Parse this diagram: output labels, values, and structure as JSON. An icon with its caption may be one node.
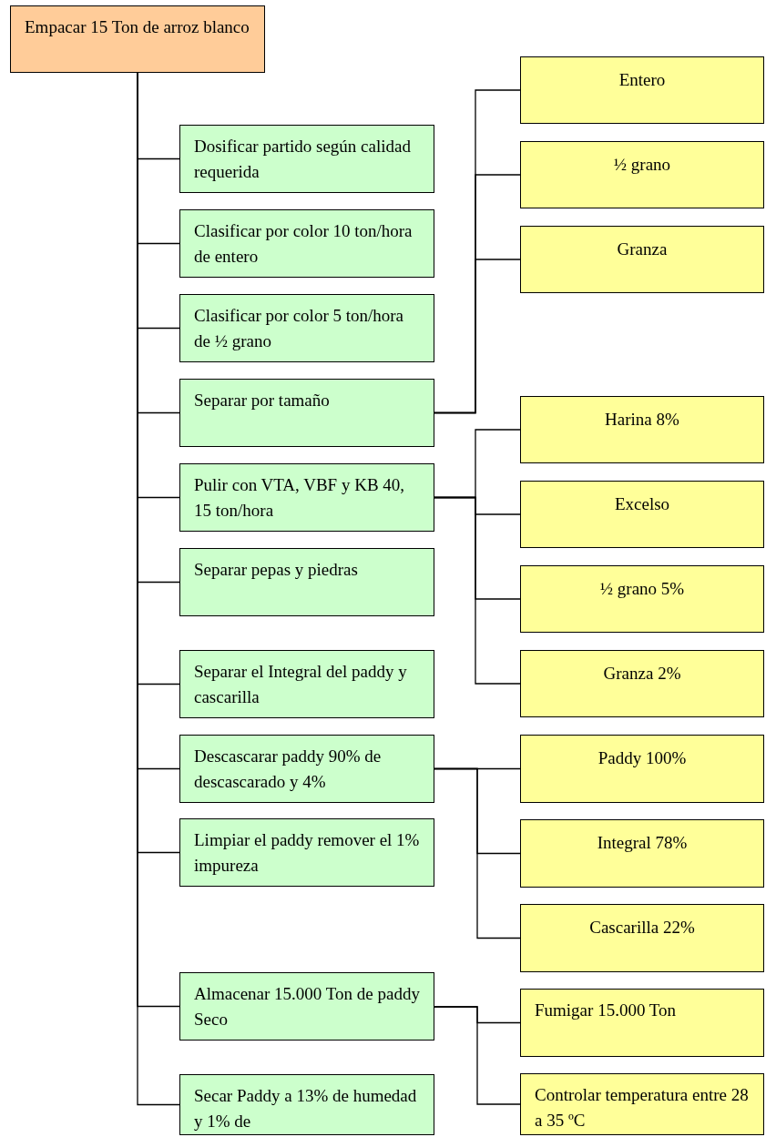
{
  "diagram": {
    "nodes": [
      {
        "text": [
          "Empacar 15 Ton de arroz blanco"
        ]
      },
      {
        "text": [
          "Dosificar partido según calidad requerida"
        ]
      },
      {
        "text": [
          "Clasificar por color 10 ton/hora de entero"
        ]
      },
      {
        "text": [
          "Clasificar por color 5 ton/hora de ½ grano"
        ]
      },
      {
        "text": [
          "Separar por tamaño"
        ]
      },
      {
        "text": [
          "Pulir con VTA, VBF y KB 40,  15 ton/hora"
        ]
      },
      {
        "text": [
          "Separar pepas y piedras"
        ]
      },
      {
        "text": [
          "Separar el Integral del paddy y cascarilla"
        ]
      },
      {
        "text": [
          "Descascarar paddy 90% de descascarado y 4%"
        ]
      },
      {
        "text": [
          "Limpiar el paddy remover el 1% impureza"
        ]
      },
      {
        "text": [
          "Almacenar 15.000 Ton de paddy Seco"
        ]
      },
      {
        "text": [
          "Secar Paddy a 13% de humedad y 1% de"
        ]
      },
      {
        "text": [
          "Entero"
        ]
      },
      {
        "text": [
          "½ grano"
        ]
      },
      {
        "text": [
          "Granza"
        ]
      },
      {
        "text": [
          "Harina 8%"
        ]
      },
      {
        "text": [
          "Excelso"
        ]
      },
      {
        "text": [
          "½ grano 5%"
        ]
      },
      {
        "text": [
          "Granza 2%"
        ]
      },
      {
        "text": [
          "Paddy 100%"
        ]
      },
      {
        "text": [
          "Integral 78%"
        ]
      },
      {
        "text": [
          "Cascarilla 22%"
        ]
      },
      {
        "text": [
          "Fumigar 15.000 Ton"
        ]
      },
      {
        "text": [
          "Controlar temperatura entre 28 a 35 ºC"
        ]
      }
    ],
    "edges": [
      {
        "from": 0,
        "to": 1,
        "arrow": "none"
      },
      {
        "from": 0,
        "to": 2,
        "arrow": "none"
      },
      {
        "from": 0,
        "to": 3,
        "arrow": "none"
      },
      {
        "from": 0,
        "to": 4,
        "arrow": "none"
      },
      {
        "from": 0,
        "to": 5,
        "arrow": "none"
      },
      {
        "from": 0,
        "to": 6,
        "arrow": "none"
      },
      {
        "from": 0,
        "to": 7,
        "arrow": "none"
      },
      {
        "from": 0,
        "to": 8,
        "arrow": "none"
      },
      {
        "from": 0,
        "to": 9,
        "arrow": "none"
      },
      {
        "from": 0,
        "to": 10,
        "arrow": "none"
      },
      {
        "from": 0,
        "to": 11,
        "arrow": "none"
      },
      {
        "from": 4,
        "to": 12,
        "arrow": "none"
      },
      {
        "from": 4,
        "to": 13,
        "arrow": "none"
      },
      {
        "from": 4,
        "to": 14,
        "arrow": "none"
      },
      {
        "from": 5,
        "to": 15,
        "arrow": "none"
      },
      {
        "from": 5,
        "to": 16,
        "arrow": "none"
      },
      {
        "from": 5,
        "to": 17,
        "arrow": "none"
      },
      {
        "from": 5,
        "to": 18,
        "arrow": "none"
      },
      {
        "from": 8,
        "to": 19,
        "arrow": "none"
      },
      {
        "from": 8,
        "to": 20,
        "arrow": "none"
      },
      {
        "from": 8,
        "to": 21,
        "arrow": "none"
      },
      {
        "from": 10,
        "to": 22,
        "arrow": "none"
      },
      {
        "from": 10,
        "to": 23,
        "arrow": "none"
      }
    ]
  }
}
